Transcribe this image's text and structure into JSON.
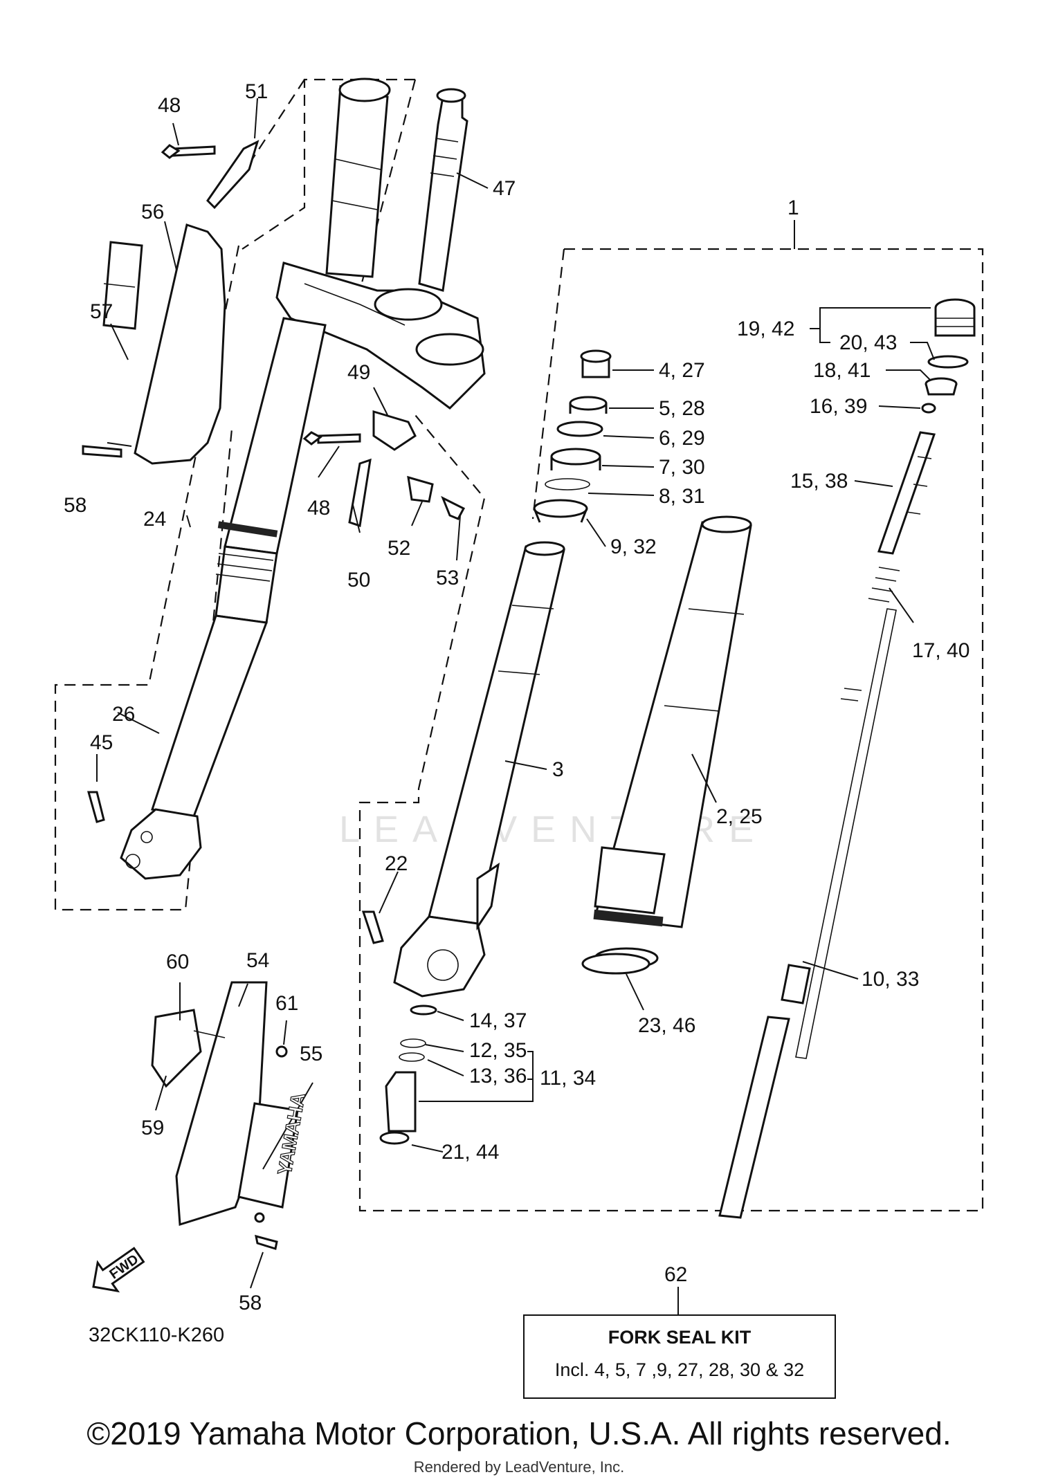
{
  "watermark": "LEADVENTURE",
  "diagram_code": "32CK110-K260",
  "fwd_label": "FWD",
  "kit": {
    "ref": "62",
    "title": "FORK SEAL KIT",
    "description": "Incl. 4, 5, 7 ,9, 27, 28, 30 & 32"
  },
  "copyright": "©2019 Yamaha Motor Corporation, U.S.A. All rights reserved.",
  "rendered_by": "Rendered by LeadVenture, Inc.",
  "brand_decal": "YAMAHA",
  "callouts": {
    "c48a": "48",
    "c51": "51",
    "c47": "47",
    "c56": "56",
    "c57": "57",
    "c58a": "58",
    "c24": "24",
    "c49": "49",
    "c48b": "48",
    "c52": "52",
    "c53": "53",
    "c50": "50",
    "c26": "26",
    "c45": "45",
    "c1": "1",
    "c19_42": "19, 42",
    "c20_43": "20, 43",
    "c18_41": "18, 41",
    "c16_39": "16, 39",
    "c15_38": "15, 38",
    "c17_40": "17, 40",
    "c4_27": "4, 27",
    "c5_28": "5, 28",
    "c6_29": "6, 29",
    "c7_30": "7, 30",
    "c8_31": "8, 31",
    "c9_32": "9, 32",
    "c3": "3",
    "c2_25": "2, 25",
    "c22": "22",
    "c10_33": "10, 33",
    "c23_46": "23, 46",
    "c14_37": "14, 37",
    "c12_35": "12, 35",
    "c13_36": "13, 36",
    "c11_34": "11, 34",
    "c21_44": "21, 44",
    "c60": "60",
    "c54": "54",
    "c61": "61",
    "c55": "55",
    "c59": "59",
    "c58b": "58"
  }
}
